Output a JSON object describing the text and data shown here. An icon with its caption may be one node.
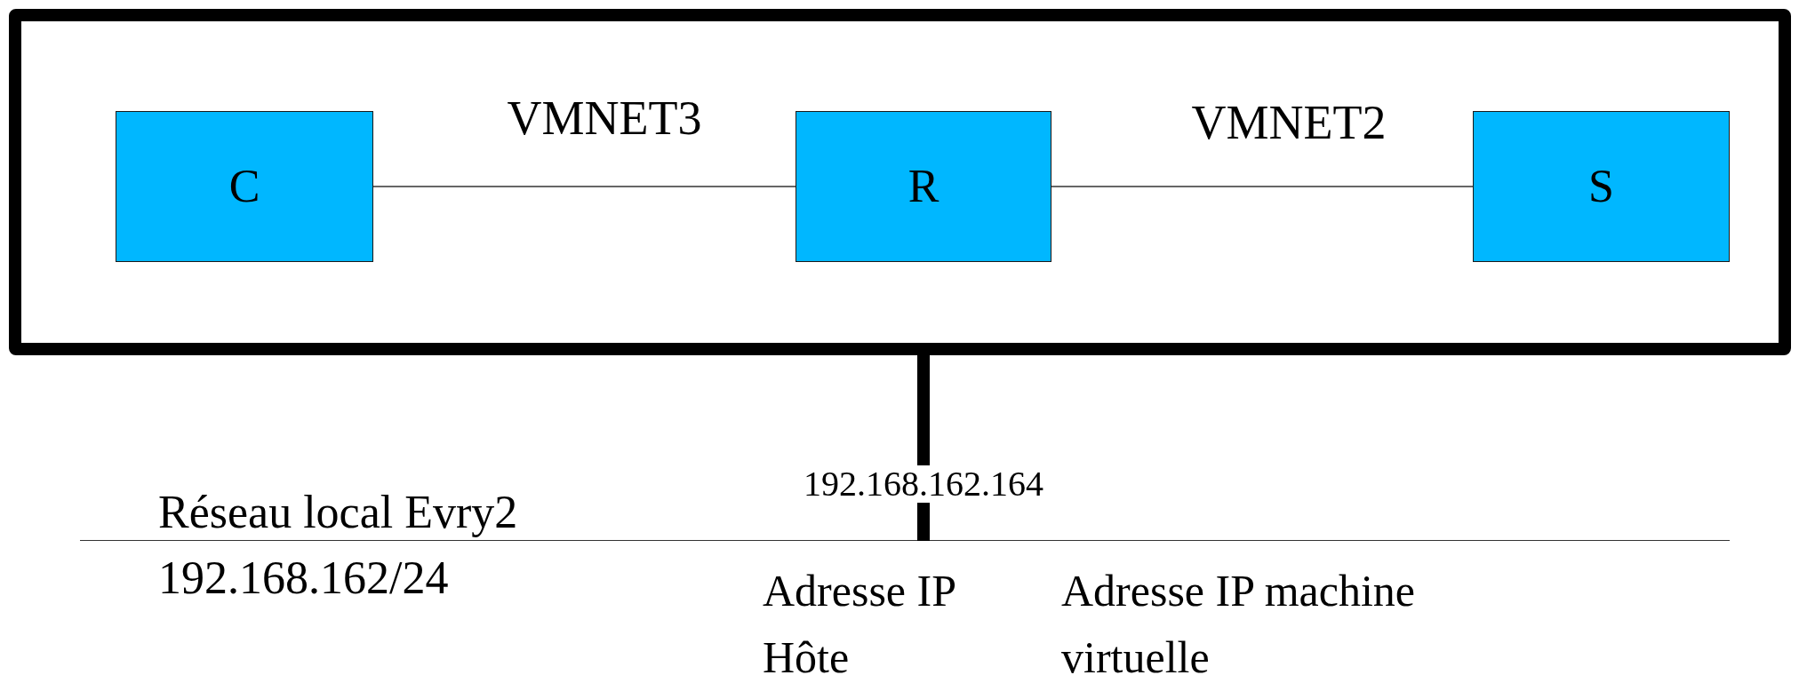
{
  "diagram": {
    "nodes": [
      {
        "text": [],
        "shape": "box"
      },
      {
        "text": [
          "C"
        ],
        "in": 0
      },
      {
        "text": [
          "R"
        ],
        "in": 0
      },
      {
        "text": [
          "S"
        ],
        "in": 0
      },
      {
        "text": [],
        "shape": "bar",
        "beside": [
          "Réseau local Evry2",
          "192.168.162/24"
        ]
      }
    ],
    "edges": [
      {
        "from": 1,
        "to": 2,
        "arrow": "none",
        "label": "VMNET3"
      },
      {
        "from": 2,
        "to": 3,
        "arrow": "none",
        "label": "VMNET2"
      },
      {
        "from": 0,
        "to": 4,
        "arrow": "none",
        "style": "thick",
        "label": "192.168.162.164"
      }
    ],
    "labels": [
      "Adresse IP Hôte",
      "Adresse IP machine virtuelle"
    ]
  }
}
